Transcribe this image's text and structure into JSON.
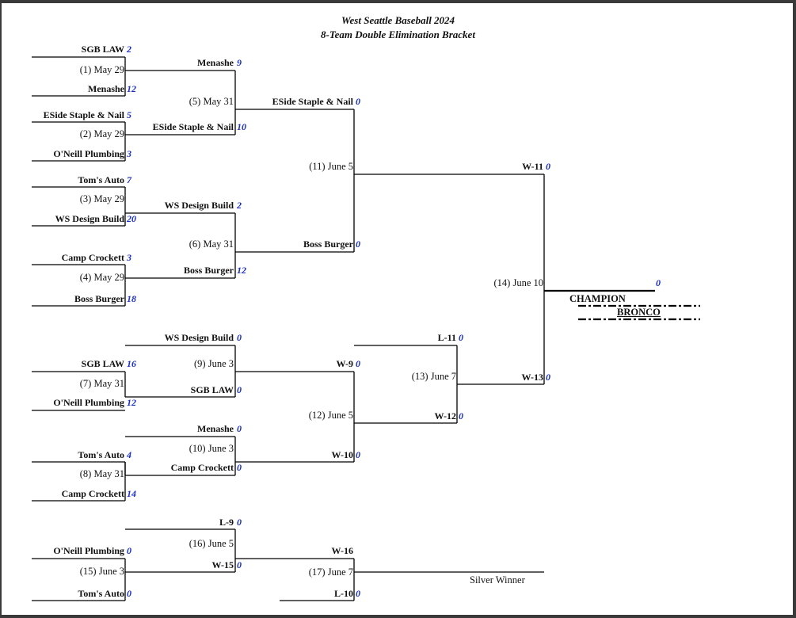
{
  "title": "West Seattle Baseball 2024",
  "subtitle": "8-Team Double Elimination Bracket",
  "games": {
    "g1": "(1) May 29",
    "g2": "(2) May 29",
    "g3": "(3) May 29",
    "g4": "(4) May 29",
    "g5": "(5) May 31",
    "g6": "(6) May 31",
    "g7": "(7) May 31",
    "g8": "(8) May 31",
    "g9": "(9) June 3",
    "g10": "(10) June 3",
    "g11": "(11) June 5",
    "g12": "(12) June 5",
    "g13": "(13) June 7",
    "g14": "(14) June 10",
    "g15": "(15) June 3",
    "g16": "(16) June 5",
    "g17": "(17) June 7"
  },
  "entries": {
    "e1": {
      "team": "SGB LAW",
      "score": "2"
    },
    "e2": {
      "team": "Menashe",
      "score": "12"
    },
    "e3": {
      "team": "ESide Staple & Nail",
      "score": "5"
    },
    "e4": {
      "team": "O'Neill Plumbing",
      "score": "3"
    },
    "e5": {
      "team": "Tom's Auto",
      "score": "7"
    },
    "e6": {
      "team": "WS Design Build",
      "score": "20"
    },
    "e7": {
      "team": "Camp Crockett",
      "score": "3"
    },
    "e8": {
      "team": "Boss Burger",
      "score": "18"
    },
    "e9": {
      "team": "Menashe",
      "score": "9"
    },
    "e10": {
      "team": "ESide Staple & Nail",
      "score": "10"
    },
    "e11": {
      "team": "WS Design Build",
      "score": "2"
    },
    "e12": {
      "team": "Boss Burger",
      "score": "12"
    },
    "e13": {
      "team": "ESide Staple & Nail",
      "score": "0"
    },
    "e14": {
      "team": "Boss Burger",
      "score": "0"
    },
    "e15": {
      "team": "W-11",
      "score": "0"
    },
    "e16": {
      "team": "SGB LAW",
      "score": "16"
    },
    "e17": {
      "team": "O'Neill Plumbing",
      "score": "12"
    },
    "e18": {
      "team": "Tom's Auto",
      "score": "4"
    },
    "e19": {
      "team": "Camp Crockett",
      "score": "14"
    },
    "e20": {
      "team": "WS Design Build",
      "score": "0"
    },
    "e21": {
      "team": "SGB LAW",
      "score": "0"
    },
    "e22": {
      "team": "Menashe",
      "score": "0"
    },
    "e23": {
      "team": "Camp Crockett",
      "score": "0"
    },
    "e24": {
      "team": "W-9",
      "score": "0"
    },
    "e25": {
      "team": "W-10",
      "score": "0"
    },
    "e26": {
      "team": "L-11",
      "score": "0"
    },
    "e27": {
      "team": "W-12",
      "score": "0"
    },
    "e28": {
      "team": "W-13",
      "score": "0"
    },
    "e29": {
      "team": "O'Neill Plumbing",
      "score": "0"
    },
    "e30": {
      "team": "Tom's Auto",
      "score": "0"
    },
    "e31": {
      "team": "L-9",
      "score": "0"
    },
    "e32": {
      "team": "W-15",
      "score": "0"
    },
    "e33": {
      "team": "W-16",
      "score": ""
    },
    "e34": {
      "team": "L-10",
      "score": "0"
    }
  },
  "champion": {
    "label": "CHAMPION",
    "score": "0"
  },
  "bronco_label": "BRONCO",
  "silver_label": "Silver Winner"
}
